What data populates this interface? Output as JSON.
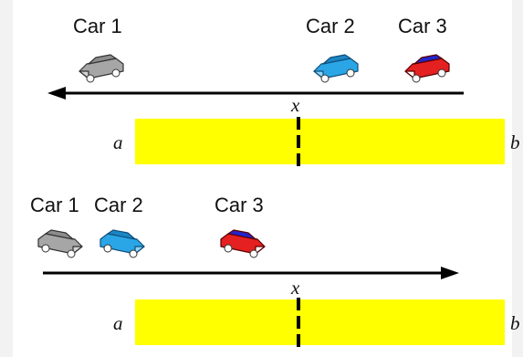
{
  "colors": {
    "road": "#ffff00",
    "car_1": "#a6a6a6",
    "car_2": "#2aa6e6",
    "car_3": "#e52020",
    "car_3_roof": "#2424c8"
  },
  "icons": {
    "car": "car-icon",
    "arrow": "arrow-icon"
  },
  "top": {
    "car_1_label": "Car 1",
    "car_2_label": "Car 2",
    "car_3_label": "Car 3",
    "direction": "left",
    "x_label": "x",
    "a_label": "a",
    "b_label": "b"
  },
  "bottom": {
    "car_1_label": "Car 1",
    "car_2_label": "Car 2",
    "car_3_label": "Car 3",
    "direction": "right",
    "x_label": "x",
    "a_label": "a",
    "b_label": "b"
  }
}
